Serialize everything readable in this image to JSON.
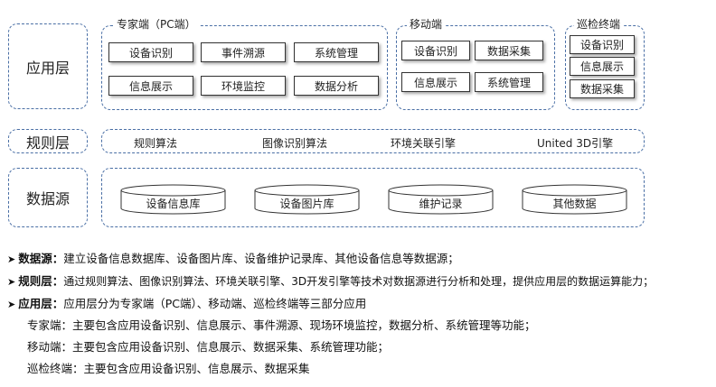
{
  "layers": {
    "app": {
      "label": "应用层",
      "groups": [
        {
          "title": "专家端（PC端）",
          "items": [
            "设备识别",
            "事件溯源",
            "系统管理",
            "信息展示",
            "环境监控",
            "数据分析"
          ]
        },
        {
          "title": "移动端",
          "items": [
            "设备识别",
            "数据采集",
            "信息展示",
            "系统管理"
          ]
        },
        {
          "title": "巡检终端",
          "items": [
            "设备识别",
            "信息展示",
            "数据采集"
          ]
        }
      ]
    },
    "rule": {
      "label": "规则层",
      "items": [
        "规则算法",
        "图像识别算法",
        "环境关联引擎",
        "United 3D引擎"
      ]
    },
    "data": {
      "label": "数据源",
      "items": [
        "设备信息库",
        "设备图片库",
        "维护记录",
        "其他数据"
      ]
    }
  },
  "notes": [
    {
      "term": "数据源：",
      "text": "建立设备信息数据库、设备图片库、设备维护记录库、其他设备信息等数据源；"
    },
    {
      "term": "规则层：",
      "text": "通过规则算法、图像识别算法、环境关联引擎、3D开发引擎等技术对数据源进行分析和处理，提供应用层的数据运算能力；"
    },
    {
      "term": "应用层：",
      "text": "应用层分为专家端（PC端）、移动端、巡检终端等三部分应用"
    }
  ],
  "sub_notes": [
    "专家端：主要包含应用设备识别、信息展示、事件溯源、现场环境监控，数据分析、系统管理等功能；",
    "移动端：主要包含应用设备识别、信息展示、数据采集、系统管理功能；",
    "巡检终端：主要包含应用设备识别、信息展示、数据采集"
  ],
  "colors": {
    "dash_border": "#4a6fa5",
    "box_border": "#333333"
  }
}
